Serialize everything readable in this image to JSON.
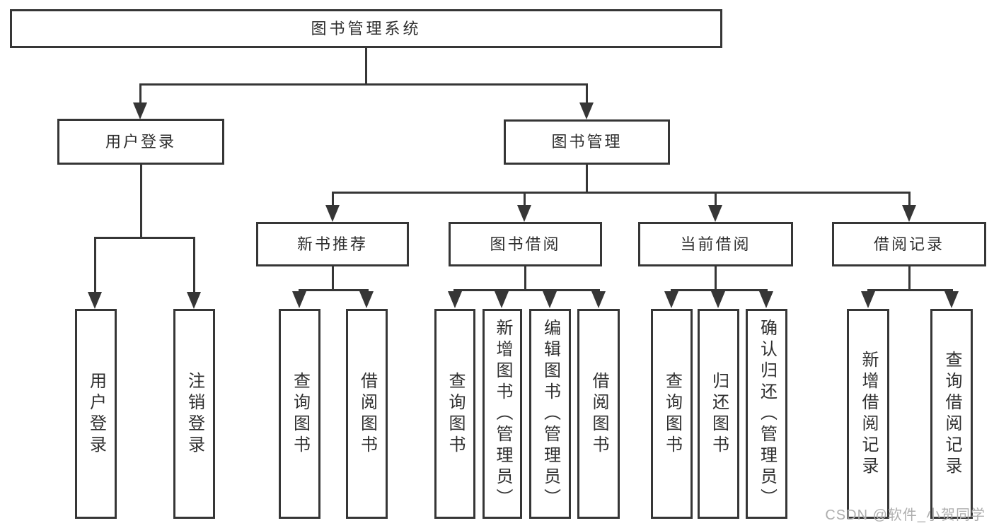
{
  "diagram_title": "图书管理系统",
  "nodes": {
    "root": {
      "label": "图书管理系统"
    },
    "user_login": {
      "label": "用户登录"
    },
    "book_mgmt": {
      "label": "图书管理"
    },
    "new_book_rec": {
      "label": "新书推荐"
    },
    "book_borrow": {
      "label": "图书借阅"
    },
    "current_borrow": {
      "label": "当前借阅"
    },
    "borrow_record": {
      "label": "借阅记录"
    },
    "leaf_user_login": {
      "label": "用户登录"
    },
    "leaf_logout": {
      "label": "注销登录"
    },
    "leaf_query_book_1": {
      "label": "查询图书"
    },
    "leaf_borrow_book_1": {
      "label": "借阅图书"
    },
    "leaf_query_book_2": {
      "label": "查询图书"
    },
    "leaf_add_book": {
      "label": "新增图书（管理员）"
    },
    "leaf_edit_book": {
      "label": "编辑图书（管理员）"
    },
    "leaf_borrow_book_2": {
      "label": "借阅图书"
    },
    "leaf_query_book_3": {
      "label": "查询图书"
    },
    "leaf_return_book": {
      "label": "归还图书"
    },
    "leaf_confirm_return": {
      "label": "确认归还（管理员）"
    },
    "leaf_add_record": {
      "label": "新增借阅记录"
    },
    "leaf_query_record": {
      "label": "查询借阅记录"
    }
  },
  "structure": [
    {
      "parent": "图书管理系统",
      "children": [
        "用户登录",
        "图书管理"
      ]
    },
    {
      "parent": "用户登录",
      "children": [
        "用户登录",
        "注销登录"
      ]
    },
    {
      "parent": "图书管理",
      "children": [
        "新书推荐",
        "图书借阅",
        "当前借阅",
        "借阅记录"
      ]
    },
    {
      "parent": "新书推荐",
      "children": [
        "查询图书",
        "借阅图书"
      ]
    },
    {
      "parent": "图书借阅",
      "children": [
        "查询图书",
        "新增图书（管理员）",
        "编辑图书（管理员）",
        "借阅图书"
      ]
    },
    {
      "parent": "当前借阅",
      "children": [
        "查询图书",
        "归还图书",
        "确认归还（管理员）"
      ]
    },
    {
      "parent": "借阅记录",
      "children": [
        "新增借阅记录",
        "查询借阅记录"
      ]
    }
  ],
  "watermark": {
    "text": "CSDN @软件_小贺同学"
  },
  "colors": {
    "line": "#363636",
    "text": "#2f2f2f",
    "watermark": "#aeaeae",
    "background": "#ffffff"
  }
}
